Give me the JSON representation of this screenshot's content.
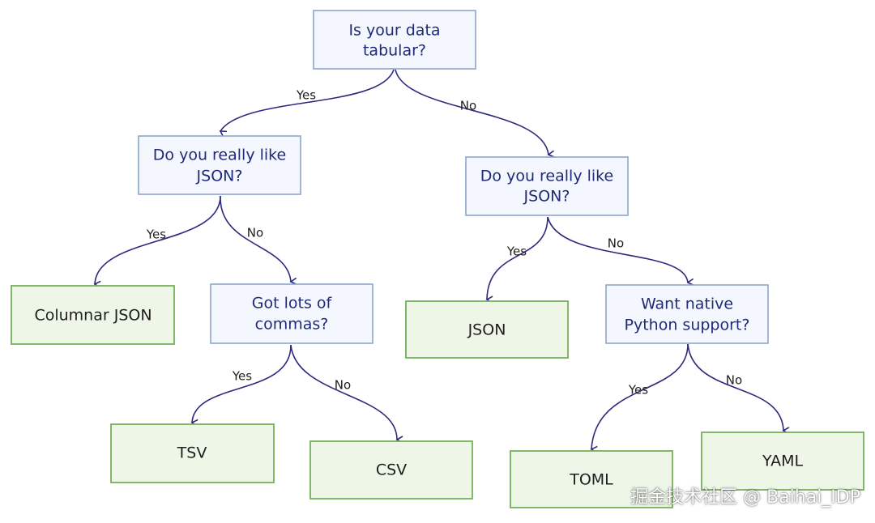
{
  "nodes": {
    "tabular": {
      "lines": [
        "Is your data",
        "tabular?"
      ]
    },
    "json_left": {
      "lines": [
        "Do you really like",
        "JSON?"
      ]
    },
    "json_right": {
      "lines": [
        "Do you really like",
        "JSON?"
      ]
    },
    "commas": {
      "lines": [
        "Got lots of",
        "commas?"
      ]
    },
    "python": {
      "lines": [
        "Want native",
        "Python support?"
      ]
    },
    "columnar_json": {
      "label": "Columnar JSON"
    },
    "json": {
      "label": "JSON"
    },
    "tsv": {
      "label": "TSV"
    },
    "csv": {
      "label": "CSV"
    },
    "toml": {
      "label": "TOML"
    },
    "yaml": {
      "label": "YAML"
    }
  },
  "edges": {
    "tabular_yes": "Yes",
    "tabular_no": "No",
    "json_left_yes": "Yes",
    "json_left_no": "No",
    "json_right_yes": "Yes",
    "json_right_no": "No",
    "commas_yes": "Yes",
    "commas_no": "No",
    "python_yes": "Yes",
    "python_no": "No"
  },
  "watermark": "掘金技术社区 @ Baihai_IDP",
  "colors": {
    "edge": "#2b2a7c",
    "decision_fill": "#f4f7fd",
    "decision_stroke": "#8aa6c9",
    "leaf_fill": "#eef6e8",
    "leaf_stroke": "#76b05a"
  }
}
